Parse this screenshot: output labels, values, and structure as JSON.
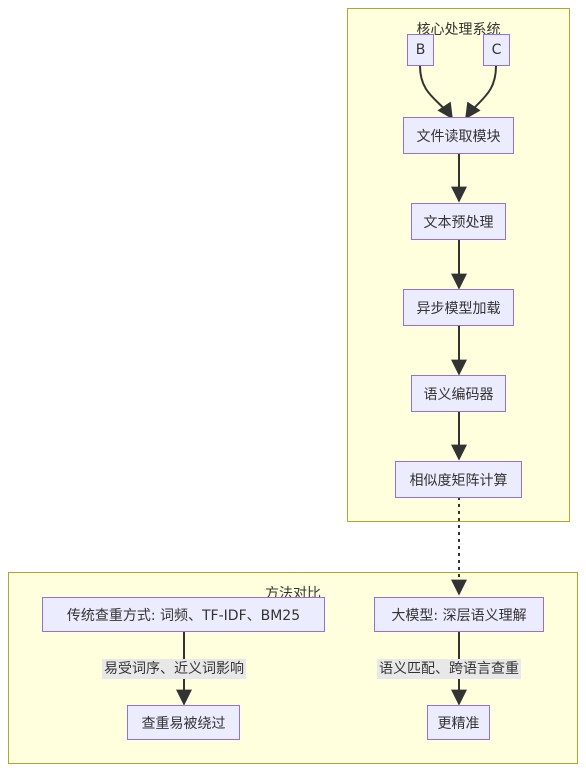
{
  "clusters": {
    "core": {
      "title": "核心处理系统"
    },
    "compare": {
      "title": "方法对比"
    }
  },
  "nodes": {
    "b": "B",
    "c": "C",
    "file_read": "文件读取模块",
    "preprocess": "文本预处理",
    "async_load": "异步模型加载",
    "encoder": "语义编码器",
    "similarity": "相似度矩阵计算",
    "traditional": "传统查重方式: 词频、TF-IDF、BM25",
    "llm": "大模型: 深层语义理解",
    "bypassed": "查重易被绕过",
    "accurate": "更精准"
  },
  "edge_labels": {
    "traditional_to_bypassed": "易受词序、近义词影响",
    "llm_to_accurate": "语义匹配、跨语言查重"
  },
  "colors": {
    "cluster_fill": "#ffffde",
    "cluster_border": "#aaaa33",
    "node_fill": "#ececff",
    "node_border": "#9370db",
    "edge": "#333333",
    "edge_label_bg": "#e8e8e8"
  }
}
